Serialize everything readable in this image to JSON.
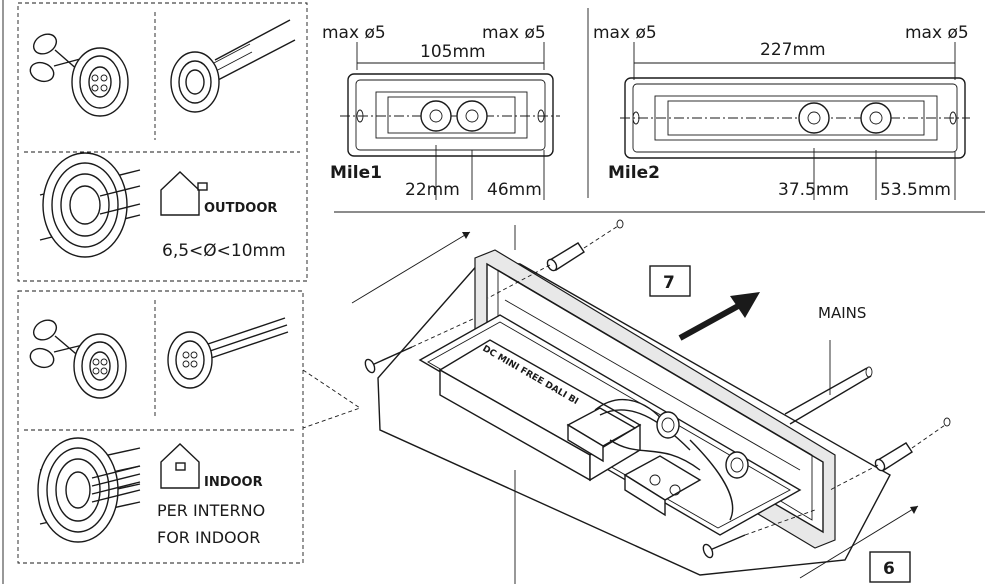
{
  "cable_entry": {
    "outdoor": {
      "label": "OUTDOOR",
      "range": "6,5<Ø<10mm"
    },
    "indoor": {
      "label": "INDOOR",
      "line1": "PER INTERNO",
      "line2": "FOR INDOOR"
    }
  },
  "mile1": {
    "name": "Mile1",
    "hole_left": "max ø5",
    "hole_right": "max ø5",
    "width": "105mm",
    "dim_a": "22mm",
    "dim_b": "46mm"
  },
  "mile2": {
    "name": "Mile2",
    "hole_left": "max ø5",
    "hole_right": "max ø5",
    "width": "227mm",
    "dim_a": "37.5mm",
    "dim_b": "53.5mm"
  },
  "assembly": {
    "mains": "MAINS",
    "step_7": "7",
    "step_6": "6",
    "driver_label": "DC MINI FREE DALI BI"
  }
}
